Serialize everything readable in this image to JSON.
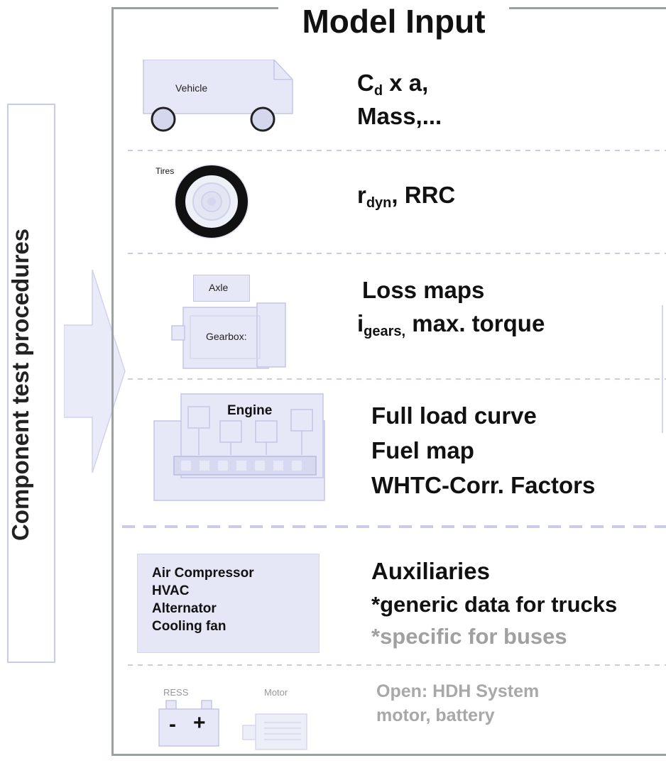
{
  "side_label": "Component test procedures",
  "title": "Model Input",
  "rows": {
    "vehicle": {
      "icon_label": "Vehicle",
      "line1_main": "C",
      "line1_sub": "d",
      "line1_rest": " x a,",
      "line2": "Mass,..."
    },
    "tires": {
      "icon_label": "Tires",
      "line1_main": "r",
      "line1_sub": "dyn",
      "line1_rest": ", RRC"
    },
    "gearbox": {
      "axle_label": "Axle",
      "gearbox_label": "Gearbox:",
      "line1": "Loss maps",
      "line2_main": "i",
      "line2_sub": "gears,",
      "line2_rest": " max. torque"
    },
    "engine": {
      "icon_label": "Engine",
      "lines": [
        "Full load curve",
        "Fuel map",
        "WHTC-Corr. Factors"
      ]
    },
    "auxiliaries": {
      "items": [
        "Air Compressor",
        "HVAC",
        "Alternator",
        "Cooling fan"
      ],
      "heading": "Auxiliaries",
      "note1": "*generic data for trucks",
      "note2": "*specific for buses"
    },
    "open": {
      "ress_label": "RESS",
      "motor_label": "Motor",
      "minus": "-",
      "plus": "+",
      "line1": "Open: HDH System",
      "line2": "motor, battery"
    }
  },
  "colors": {
    "icon_fill": "#e7e8f7",
    "icon_stroke": "#c3c6e6",
    "divider": "#c9cbe8",
    "panel_border": "#9aa2a0"
  }
}
